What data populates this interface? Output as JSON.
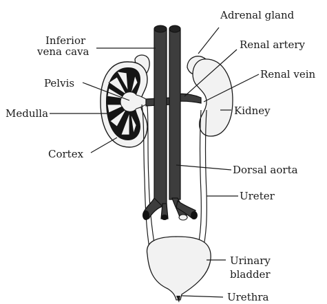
{
  "labels": {
    "adrenal_gland": "Adrenal gland",
    "inferior_vena_cava_line1": "Inferior",
    "inferior_vena_cava_line2": "vena cava",
    "renal_artery": "Renal artery",
    "renal_vein": "Renal vein",
    "pelvis": "Pelvis",
    "medulla": "Medulla",
    "kidney": "Kidney",
    "cortex": "Cortex",
    "dorsal_aorta": "Dorsal aorta",
    "ureter": "Ureter",
    "urinary_bladder_line1": "Urinary",
    "urinary_bladder_line2": "bladder",
    "urethra": "Urethra"
  }
}
